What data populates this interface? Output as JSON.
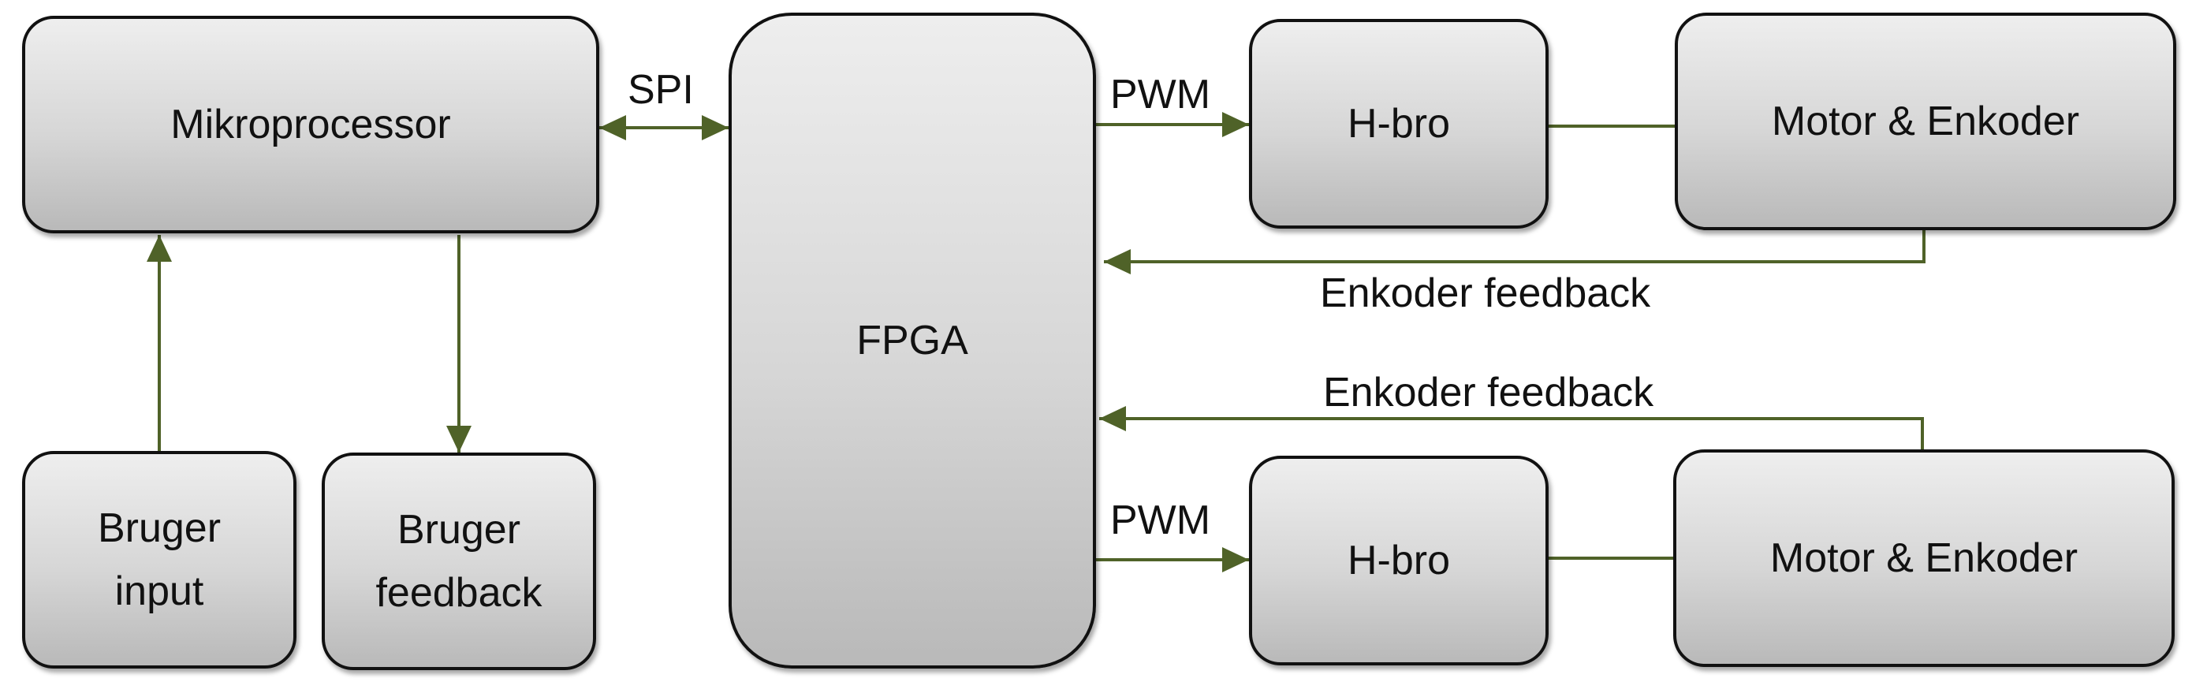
{
  "blocks": {
    "mikroprocessor": "Mikroprocessor",
    "bruger_input": "Bruger\ninput",
    "bruger_feedback": "Bruger\nfeedback",
    "fpga": "FPGA",
    "hbro_top": "H-bro",
    "hbro_bottom": "H-bro",
    "motor_top": "Motor & Enkoder",
    "motor_bottom": "Motor & Enkoder"
  },
  "connections": {
    "spi": "SPI",
    "pwm_top": "PWM",
    "pwm_bottom": "PWM",
    "enkoder_feedback_top": "Enkoder feedback",
    "enkoder_feedback_bottom": "Enkoder feedback"
  },
  "colors": {
    "line": "#4f6228",
    "border": "#111111"
  }
}
